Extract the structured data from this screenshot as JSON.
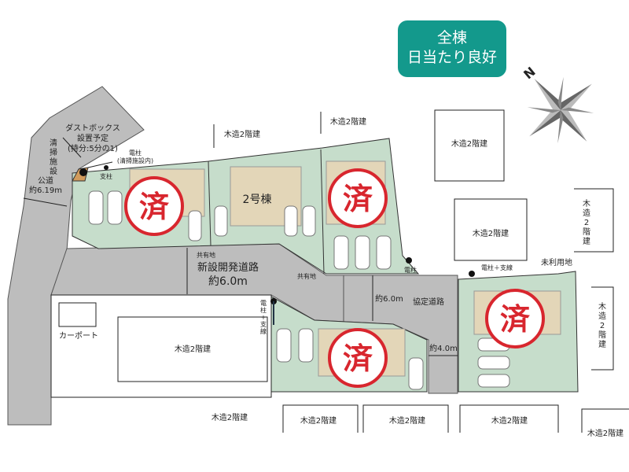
{
  "badge": {
    "line1": "全棟",
    "line2": "日当たり良好"
  },
  "compass": {
    "label": "N"
  },
  "colors": {
    "lot": "#c6ddcb",
    "road": "#bdbdbd",
    "house": "#e3d6b8",
    "sold": "#d8262e",
    "badge": "#13998c",
    "dust_box": "#d19b5c"
  },
  "labels": {
    "dust_box": [
      "ダストボックス",
      "設置予定",
      "(持分:5分の1)"
    ],
    "cleaning_facility": [
      "清",
      "掃",
      "施",
      "設"
    ],
    "public_road": [
      "公道",
      "約6.19m"
    ],
    "pole_cleaning": [
      "電柱",
      "(清掃施設内)"
    ],
    "support_pole": "支柱",
    "building2": "2号棟",
    "shared_land_1": "共有地",
    "shared_land_2": "共有地",
    "new_road": [
      "新設開発道路",
      "約6.0m"
    ],
    "pole_right": "電柱",
    "pole_support_line_v": [
      "電",
      "柱",
      "+",
      "支",
      "線"
    ],
    "pole_support_line_h": "電柱＋支線",
    "unused_land": "未利用地",
    "road_width_6": "約6.0m",
    "agreement_road": "協定道路",
    "road_width_4": "約4.0m",
    "carport": "カーポート",
    "sold": "済"
  },
  "neighbors": {
    "n1": "木造2階建",
    "n2": "木造2階建",
    "n3": "木造2階建",
    "n4": "木造2階建",
    "n5": [
      "木",
      "造",
      "2",
      "階",
      "建"
    ],
    "n6": [
      "木",
      "造",
      "2",
      "階",
      "建"
    ],
    "left_big": "木造2階建",
    "b1": "木造2階建",
    "b2": "木造2階建",
    "b3": "木造2階建",
    "b4": "木造2階建",
    "b5": "木造2階建"
  }
}
